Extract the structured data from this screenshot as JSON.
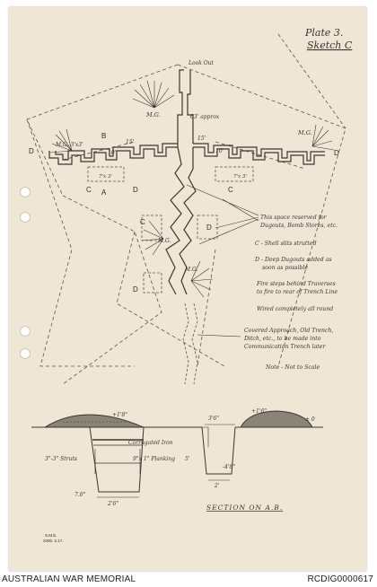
{
  "plate": {
    "title": "Plate 3.",
    "subtitle": "Sketch C"
  },
  "plan_labels": {
    "look_out": "Look Out",
    "mg": "M.G.",
    "mg_dugout": "M.G. 3'x3'",
    "dimension": "63' approx",
    "b": "B",
    "c": "C",
    "a": "A",
    "d": "D",
    "fifteen": "15'",
    "ten": "10'",
    "box": "7'x 3'"
  },
  "legend": {
    "reserved": [
      "This space reserved for",
      "Dugouts, Bomb Stores, etc."
    ],
    "c_item": "C - Shell slits strutted",
    "d_item": [
      "D - Deep Dugouts added as",
      "soon as possible"
    ],
    "fire_steps": [
      "Fire steps behind Traverses",
      "to fire to rear of Trench Line"
    ],
    "wired": "Wired completely all round",
    "covered": [
      "Covered Approach, Old Trench,",
      "Ditch, etc., to be made into",
      "Communication Trench later"
    ],
    "note": "Note - Not to Scale"
  },
  "section": {
    "dim_18": "+1'8\"",
    "dim_16": "+1'6\"",
    "dim_36": "3'6\"",
    "dim_0": "± 0",
    "corrugated_iron": "Corrugated Iron",
    "struts": "3\"-3\" Struts",
    "planking": "9\"x 1\" Planking",
    "dim_70": "7.0\"",
    "dim_26": "2'6\"",
    "dim_2": "2'",
    "dim_48": "-4'8\"",
    "dim_5": "5'",
    "title": "SECTION ON A.B."
  },
  "stamp": [
    "S.M.E.",
    "2000. 2.17."
  ],
  "footer": {
    "left": "AUSTRALIAN WAR MEMORIAL",
    "right": "RCDIG0000617"
  }
}
